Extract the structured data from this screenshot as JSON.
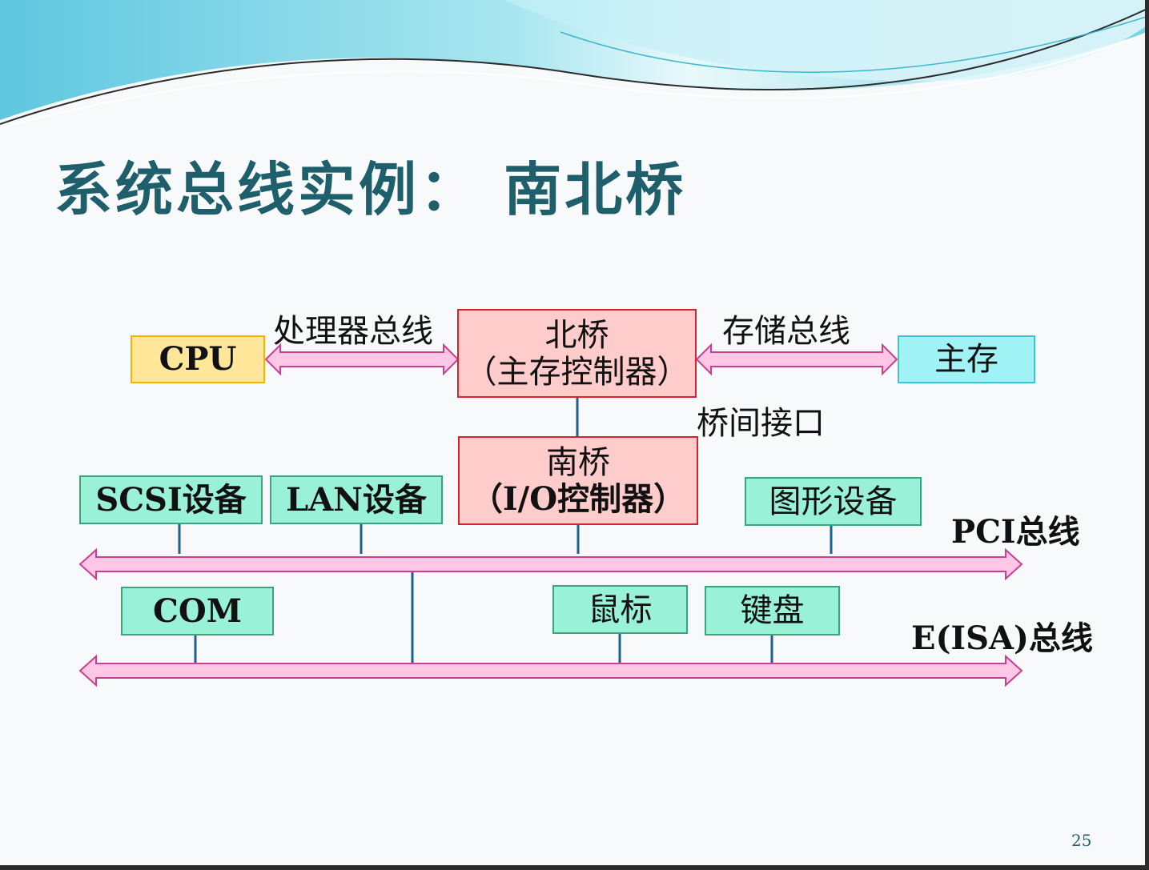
{
  "title": "系统总线实例：  南北桥",
  "page_number": "25",
  "colors": {
    "title": "#1f5f6b",
    "bus_fill": "#ffc6e6",
    "bus_stroke": "#c8408f",
    "connector": "#1f5f8b"
  },
  "nodes": {
    "cpu": "CPU",
    "north_bridge": {
      "line1": "北桥",
      "line2": "（主存控制器）"
    },
    "main_memory": "主存",
    "south_bridge": {
      "line1": "南桥",
      "line2": "（I/O控制器）"
    },
    "scsi": "SCSI设备",
    "lan": "LAN设备",
    "graphics": "图形设备",
    "com": "COM",
    "mouse": "鼠标",
    "keyboard": "键盘"
  },
  "labels": {
    "processor_bus": "处理器总线",
    "memory_bus": "存储总线",
    "bridge_interface": "桥间接口",
    "pci_bus": "PCI总线",
    "isa_bus": "E(ISA)总线"
  }
}
